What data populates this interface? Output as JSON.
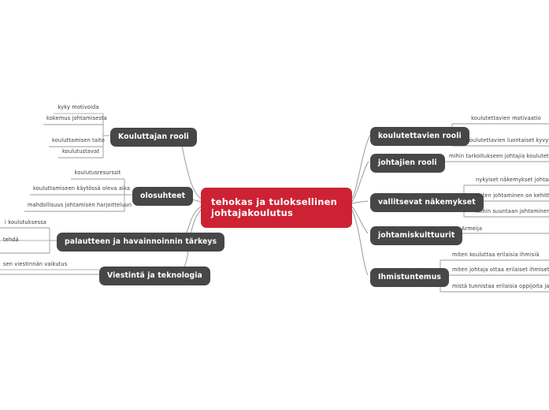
{
  "mindmap": {
    "central": {
      "line1": "tehokas ja tuloksellinen",
      "line2": "johtajakoulutus",
      "color": "#cc2233"
    },
    "branch_color": "#474747",
    "branches": [
      {
        "label": "Kouluttajan rooli",
        "side": "left",
        "children": [
          "kyky motivoida",
          "kokemus johtamisesta",
          "kouluttamisen taito",
          "koulutustavat"
        ]
      },
      {
        "label": "olosuhteet",
        "side": "left",
        "children": [
          "koulutusresurssit",
          "kouluttamiseen käytössä oleva aika",
          "mahdollisuus johtamisen harjoitteluun"
        ]
      },
      {
        "label": "palautteen ja havainnoinnin tärkeys",
        "side": "left",
        "children": [
          "i koulutuksessa",
          "tehdä"
        ]
      },
      {
        "label": "Viestintä ja teknologia",
        "side": "left",
        "children": [
          "sen viestinnän vaikutus"
        ]
      },
      {
        "label": "koulutettavien rooli",
        "side": "right",
        "children": [
          "koulutettavien motivaatio",
          "koulutettavien luontaiset kyvyt johtajuu"
        ]
      },
      {
        "label": "johtajien rooli",
        "side": "right",
        "children": [
          "mihin tarkoitukseen johtajia koulutetaan"
        ]
      },
      {
        "label": "vallitsevat näkemykset",
        "side": "right",
        "children": [
          "nykyiset näkemykset johtamisesta",
          "miten johtaminen on kehittynyt",
          "mihin suuntaan johtaminen on ke"
        ]
      },
      {
        "label": "johtamiskulttuurit",
        "side": "right",
        "children": [
          "Armeija"
        ]
      },
      {
        "label": "Ihmistuntemus",
        "side": "right",
        "children": [
          "miten kouluttaa erilaisia ihmisiä",
          "miten johtaja ottaa erilaiset ihmiset huomioo",
          "mistä tunnistaa erilaisia oppijoita ja alaisia"
        ]
      }
    ]
  }
}
